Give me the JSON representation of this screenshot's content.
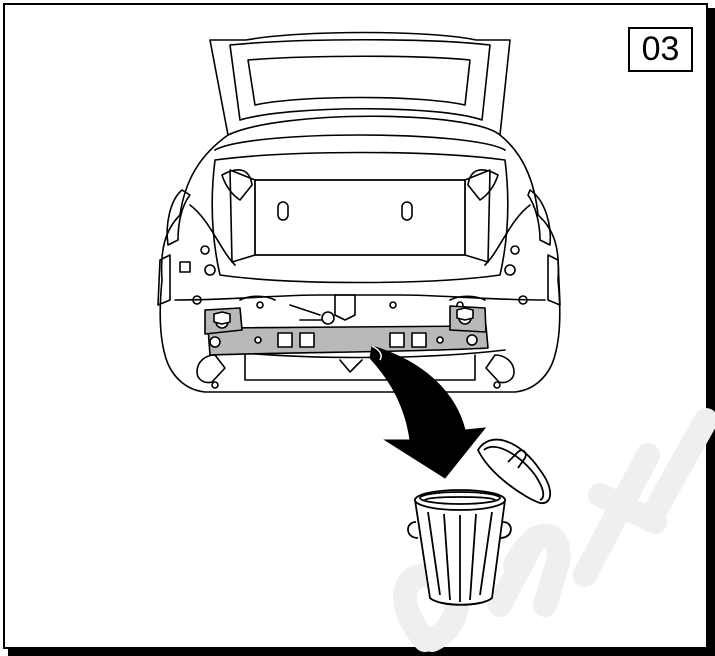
{
  "step_number": "03",
  "watermark": "...ant tr...",
  "colors": {
    "line": "#000000",
    "background": "#ffffff",
    "beam_fill": "#b9b9b9",
    "watermark": "#ededed"
  },
  "illustration": {
    "subject": "car-rear-view-open-tailgate",
    "removed_part": "rear-bumper-crossmember",
    "action": "discard-into-trash-can"
  }
}
